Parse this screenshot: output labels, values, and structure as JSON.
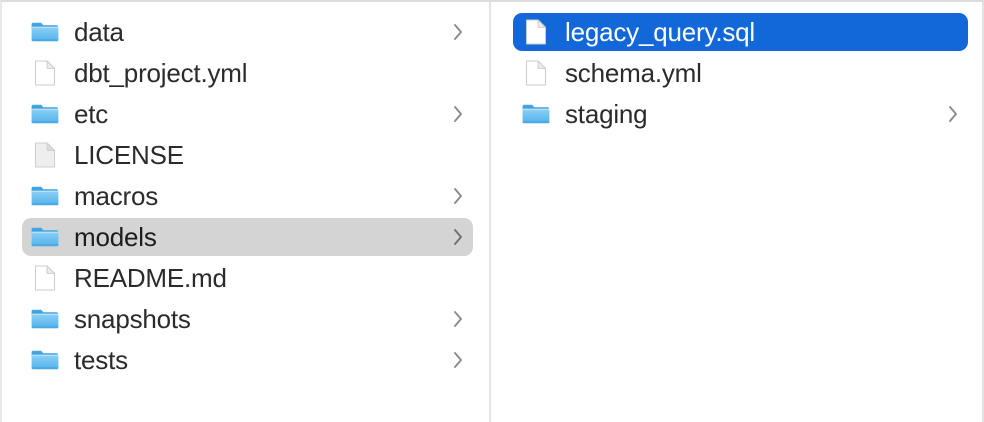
{
  "window": {
    "title": "Finder Column View",
    "view_mode": "column"
  },
  "colors": {
    "selection_active": "#1268d8",
    "selection_inactive": "#d4d4d4",
    "folder_blue": "#62b9ef",
    "folder_blue_dark": "#3aa0e0",
    "text": "#2b2b2b",
    "text_selected": "#ffffff",
    "chevron": "#8a8a8a",
    "column_divider": "#e3e3e3",
    "background": "#ffffff"
  },
  "columns": [
    {
      "id": "parent-column",
      "name": "project-root",
      "items": [
        {
          "label": "data",
          "kind": "folder",
          "icon": "folder-icon",
          "has_chevron": true,
          "selected": false,
          "selection_style": "none"
        },
        {
          "label": "dbt_project.yml",
          "kind": "file",
          "icon": "document-icon",
          "has_chevron": false,
          "selected": false,
          "selection_style": "none"
        },
        {
          "label": "etc",
          "kind": "folder",
          "icon": "folder-icon",
          "has_chevron": true,
          "selected": false,
          "selection_style": "none"
        },
        {
          "label": "LICENSE",
          "kind": "file",
          "icon": "document-plain-icon",
          "has_chevron": false,
          "selected": false,
          "selection_style": "none"
        },
        {
          "label": "macros",
          "kind": "folder",
          "icon": "folder-icon",
          "has_chevron": true,
          "selected": false,
          "selection_style": "none"
        },
        {
          "label": "models",
          "kind": "folder",
          "icon": "folder-icon",
          "has_chevron": true,
          "selected": true,
          "selection_style": "inactive"
        },
        {
          "label": "README.md",
          "kind": "file",
          "icon": "document-icon",
          "has_chevron": false,
          "selected": false,
          "selection_style": "none"
        },
        {
          "label": "snapshots",
          "kind": "folder",
          "icon": "folder-icon",
          "has_chevron": true,
          "selected": false,
          "selection_style": "none"
        },
        {
          "label": "tests",
          "kind": "folder",
          "icon": "folder-icon",
          "has_chevron": true,
          "selected": false,
          "selection_style": "none"
        }
      ]
    },
    {
      "id": "child-column",
      "name": "models-contents",
      "items": [
        {
          "label": "legacy_query.sql",
          "kind": "file",
          "icon": "document-icon",
          "has_chevron": false,
          "selected": true,
          "selection_style": "active"
        },
        {
          "label": "schema.yml",
          "kind": "file",
          "icon": "document-icon",
          "has_chevron": false,
          "selected": false,
          "selection_style": "none"
        },
        {
          "label": "staging",
          "kind": "folder",
          "icon": "folder-icon",
          "has_chevron": true,
          "selected": false,
          "selection_style": "none"
        }
      ]
    }
  ]
}
